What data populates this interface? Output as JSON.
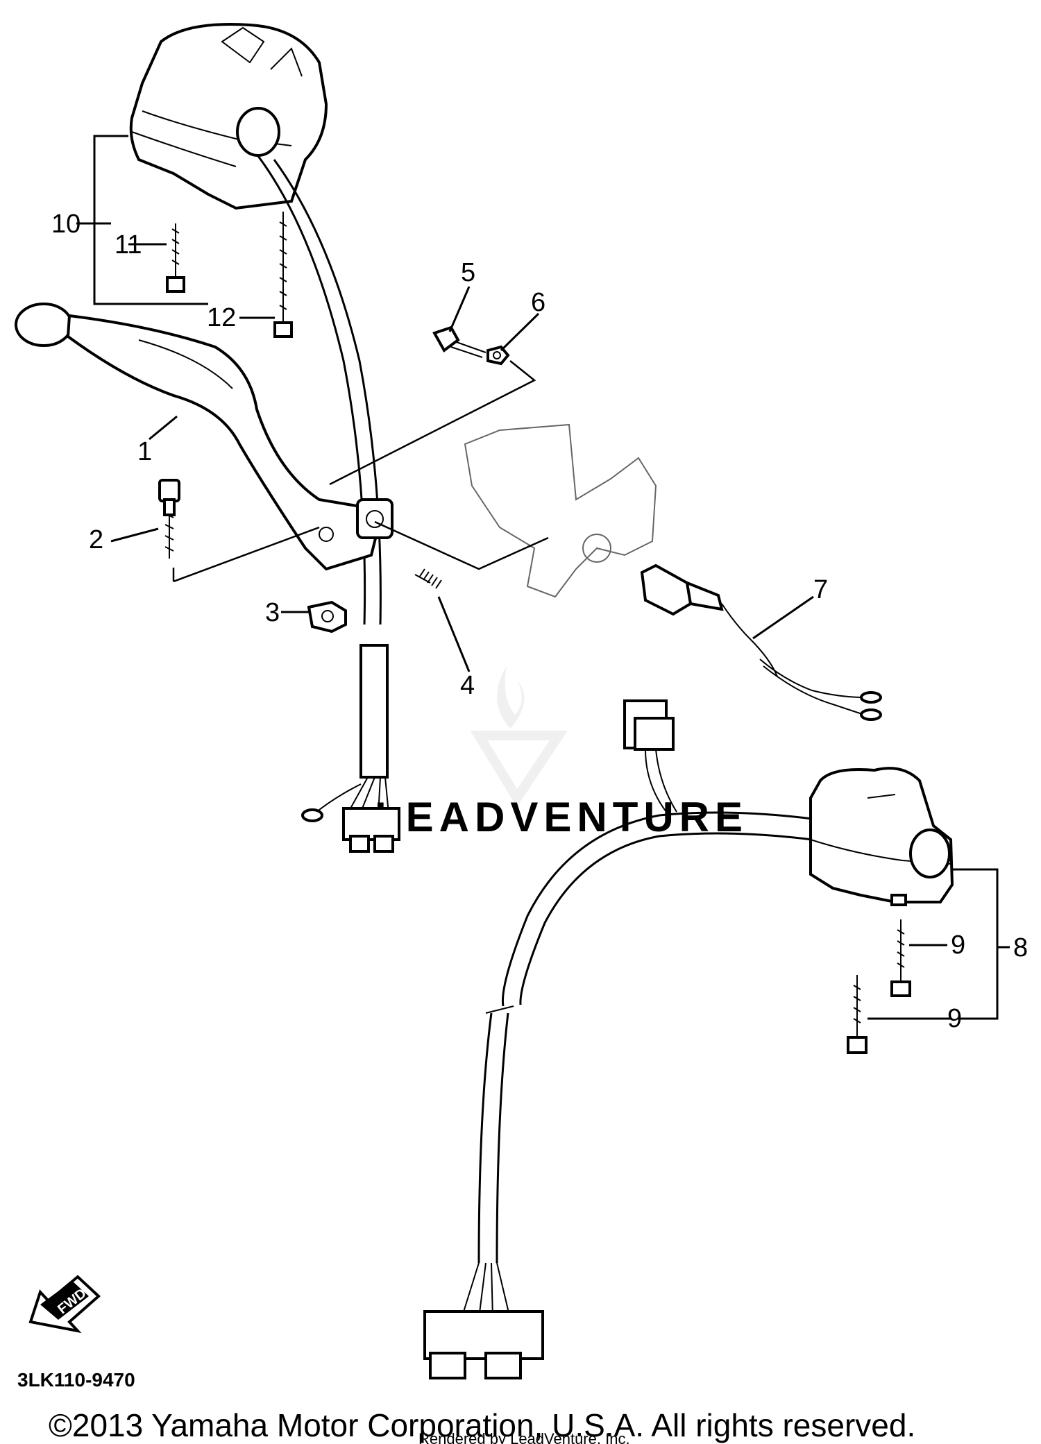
{
  "callouts": {
    "c1": "1",
    "c2": "2",
    "c3": "3",
    "c4": "4",
    "c5": "5",
    "c6": "6",
    "c7": "7",
    "c8": "8",
    "c9a": "9",
    "c9b": "9",
    "c10": "10",
    "c11": "11",
    "c12": "12"
  },
  "fwd_label": "FWD",
  "diagram_code": "3LK110-9470",
  "copyright": "©2013 Yamaha Motor Corporation, U.S.A. All rights reserved.",
  "rendered_by": "Rendered by LeadVenture, Inc.",
  "watermark": "LEADVENTURE"
}
